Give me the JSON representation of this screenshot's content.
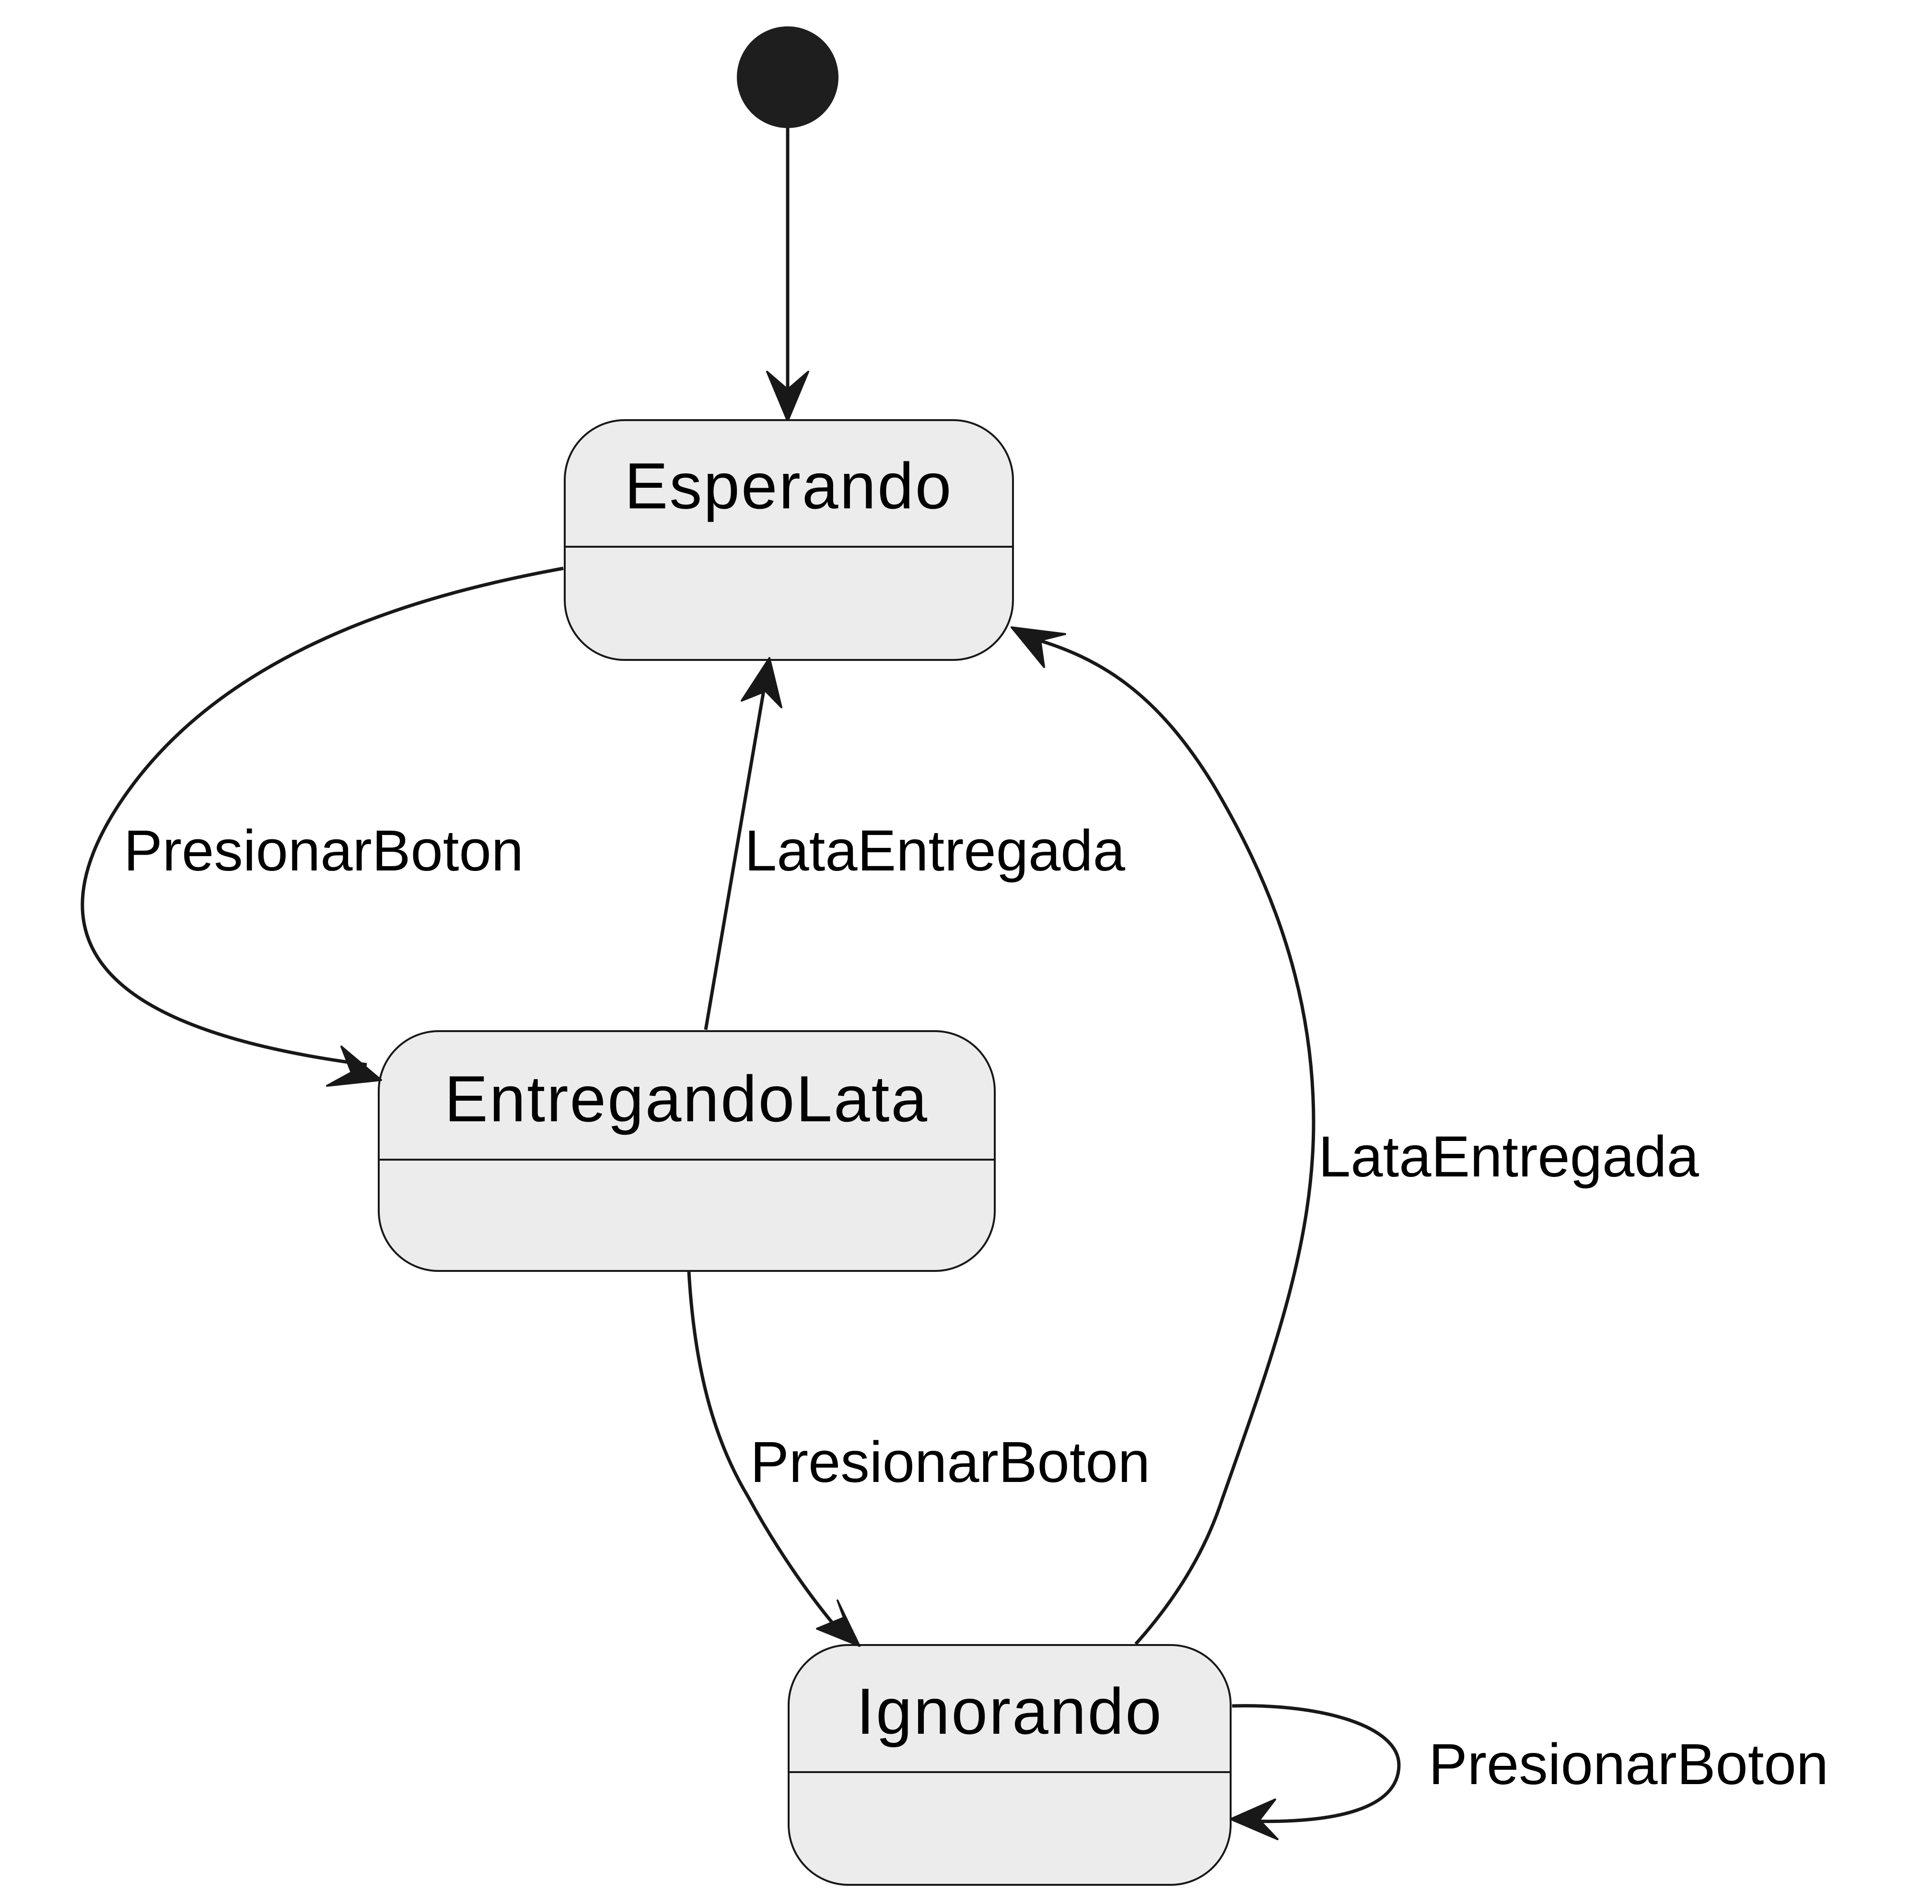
{
  "diagram": {
    "type": "state-diagram",
    "states": {
      "esperando": "Esperando",
      "entregando_lata": "EntregandoLata",
      "ignorando": "Ignorando"
    },
    "transitions": {
      "esperando_to_entregando": "PresionarBoton",
      "entregando_to_esperando": "LataEntregada",
      "entregando_to_ignorando": "PresionarBoton",
      "ignorando_to_esperando": "LataEntregada",
      "ignorando_self": "PresionarBoton"
    },
    "colors": {
      "state_fill": "#ececec",
      "line": "#181818",
      "initial_node": "#1e1e1e"
    }
  }
}
